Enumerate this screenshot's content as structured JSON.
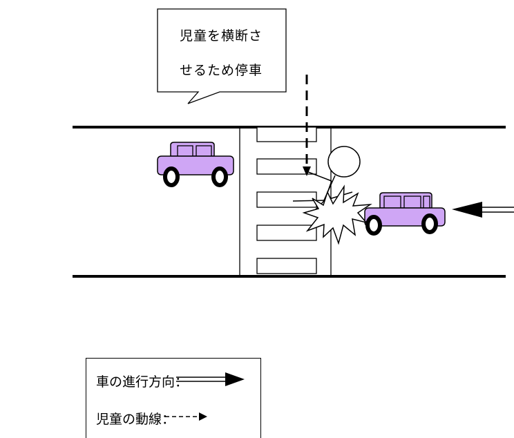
{
  "callout": {
    "line1": "児童を横断さ",
    "line2": "せるため停車"
  },
  "legend": {
    "car_direction_label": "車の進行方向：",
    "child_path_label": "児童の動線："
  },
  "colors": {
    "car_body": "#cfa6f5",
    "line": "#000000",
    "background": "#ffffff"
  },
  "icons": [
    "car-icon",
    "stick-figure-icon",
    "collision-burst-icon",
    "double-arrow-icon",
    "dashed-arrow-icon"
  ]
}
